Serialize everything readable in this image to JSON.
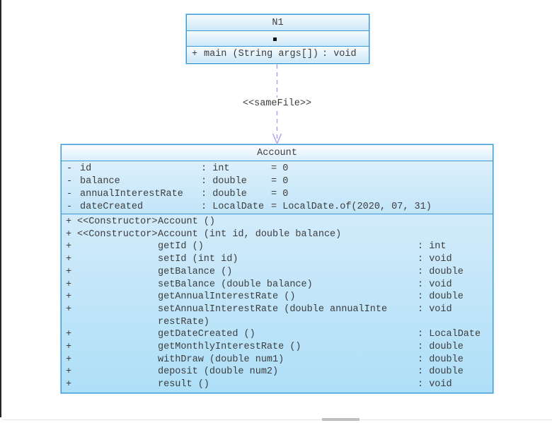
{
  "colors": {
    "box_border": "#3a99da",
    "box_outline": "#9ccdef",
    "text": "#3d3d3d",
    "connector": "#a49ce9",
    "canvas_bg": "#ffffff"
  },
  "class_n1": {
    "name": "N1",
    "methods": [
      {
        "visibility": "+",
        "signature": "main (String args[])",
        "return_type": ": void"
      }
    ]
  },
  "connector": {
    "label": "<<sameFile>>",
    "style": "dashed",
    "direction": "down"
  },
  "class_account": {
    "name": "Account",
    "fields": [
      {
        "visibility": "-",
        "name": "id",
        "type": ": int",
        "default": "= 0"
      },
      {
        "visibility": "-",
        "name": "balance",
        "type": ": double",
        "default": "= 0"
      },
      {
        "visibility": "-",
        "name": "annualInterestRate",
        "type": ": double",
        "default": "= 0"
      },
      {
        "visibility": "-",
        "name": "dateCreated",
        "type": ": LocalDate",
        "default": "= LocalDate.of(2020, 07, 31)"
      }
    ],
    "methods": [
      {
        "visibility": "+",
        "stereotype": "<<Constructor>>",
        "signature": "Account ()",
        "return_type": ""
      },
      {
        "visibility": "+",
        "stereotype": "<<Constructor>>",
        "signature": "Account (int id, double balance)",
        "return_type": ""
      },
      {
        "visibility": "+",
        "stereotype": "",
        "signature": "getId ()",
        "return_type": ": int"
      },
      {
        "visibility": "+",
        "stereotype": "",
        "signature": "setId (int id)",
        "return_type": ": void"
      },
      {
        "visibility": "+",
        "stereotype": "",
        "signature": "getBalance ()",
        "return_type": ": double"
      },
      {
        "visibility": "+",
        "stereotype": "",
        "signature": "setBalance (double balance)",
        "return_type": ": void"
      },
      {
        "visibility": "+",
        "stereotype": "",
        "signature": "getAnnualInterestRate ()",
        "return_type": ": double"
      },
      {
        "visibility": "+",
        "stereotype": "",
        "signature": "setAnnualInterestRate (double annualInte\nrestRate)",
        "return_type": ": void"
      },
      {
        "visibility": "+",
        "stereotype": "",
        "signature": "getDateCreated ()",
        "return_type": ": LocalDate"
      },
      {
        "visibility": "+",
        "stereotype": "",
        "signature": "getMonthlyInterestRate ()",
        "return_type": ": double"
      },
      {
        "visibility": "+",
        "stereotype": "",
        "signature": "withDraw (double num1)",
        "return_type": ": double"
      },
      {
        "visibility": "+",
        "stereotype": "",
        "signature": "deposit (double num2)",
        "return_type": ": double"
      },
      {
        "visibility": "+",
        "stereotype": "",
        "signature": "result ()",
        "return_type": ": void"
      }
    ]
  }
}
